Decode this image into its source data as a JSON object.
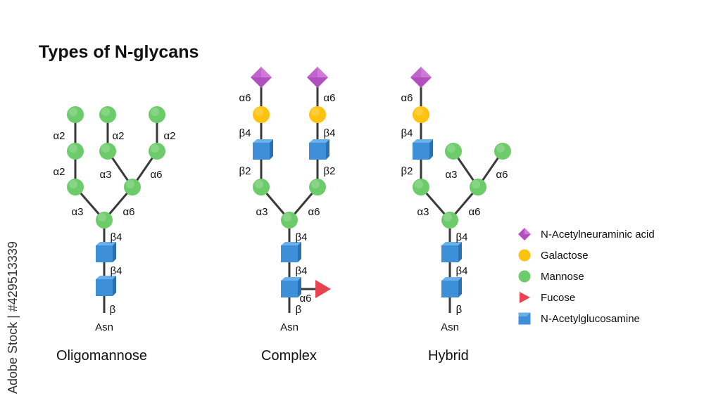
{
  "title": "Types of N-glycans",
  "stock_id": "Adobe Stock | #429513339",
  "colors": {
    "mannose": "#6dcc6a",
    "galactose": "#ffc20e",
    "glcnac": "#3d8fd8",
    "neuac": "#b24fbf",
    "fucose": "#e8434f",
    "bond": "#3a3a3a"
  },
  "legend": [
    {
      "symbol": "diamond",
      "color": "#b24fbf",
      "label": "N-Acetylneuraminic acid"
    },
    {
      "symbol": "circle",
      "color": "#ffc20e",
      "label": "Galactose"
    },
    {
      "symbol": "circle",
      "color": "#6dcc6a",
      "label": "Mannose"
    },
    {
      "symbol": "triangle",
      "color": "#e8434f",
      "label": "Fucose"
    },
    {
      "symbol": "square",
      "color": "#3d8fd8",
      "label": "N-Acetylglucosamine"
    }
  ],
  "structures": [
    {
      "name": "Oligomannose",
      "root": "Asn",
      "nodes": [
        {
          "id": "n1",
          "type": "glcnac"
        },
        {
          "id": "n2",
          "type": "glcnac"
        },
        {
          "id": "m1",
          "type": "mannose"
        },
        {
          "id": "m2",
          "type": "mannose"
        },
        {
          "id": "m3",
          "type": "mannose"
        },
        {
          "id": "m4",
          "type": "mannose"
        },
        {
          "id": "m5",
          "type": "mannose"
        },
        {
          "id": "m6",
          "type": "mannose"
        },
        {
          "id": "m7",
          "type": "mannose"
        },
        {
          "id": "m8",
          "type": "mannose"
        },
        {
          "id": "m9",
          "type": "mannose"
        }
      ],
      "bonds": [
        {
          "from": "root",
          "to": "n1",
          "label": "β"
        },
        {
          "from": "n1",
          "to": "n2",
          "label": "β4"
        },
        {
          "from": "n2",
          "to": "m1",
          "label": "β4"
        },
        {
          "from": "m1",
          "to": "m2",
          "label": "α3"
        },
        {
          "from": "m1",
          "to": "m3",
          "label": "α6"
        },
        {
          "from": "m2",
          "to": "m4",
          "label": "α2"
        },
        {
          "from": "m4",
          "to": "m7",
          "label": "α2"
        },
        {
          "from": "m3",
          "to": "m5",
          "label": "α3"
        },
        {
          "from": "m3",
          "to": "m6",
          "label": "α6"
        },
        {
          "from": "m5",
          "to": "m8",
          "label": "α2"
        },
        {
          "from": "m6",
          "to": "m9",
          "label": "α2"
        }
      ]
    },
    {
      "name": "Complex",
      "root": "Asn",
      "nodes": [
        {
          "id": "n1",
          "type": "glcnac"
        },
        {
          "id": "f1",
          "type": "fucose"
        },
        {
          "id": "n2",
          "type": "glcnac"
        },
        {
          "id": "m1",
          "type": "mannose"
        },
        {
          "id": "m2",
          "type": "mannose"
        },
        {
          "id": "m3",
          "type": "mannose"
        },
        {
          "id": "n3",
          "type": "glcnac"
        },
        {
          "id": "n4",
          "type": "glcnac"
        },
        {
          "id": "g1",
          "type": "galactose"
        },
        {
          "id": "g2",
          "type": "galactose"
        },
        {
          "id": "s1",
          "type": "neuac"
        },
        {
          "id": "s2",
          "type": "neuac"
        }
      ],
      "bonds": [
        {
          "from": "root",
          "to": "n1",
          "label": "β"
        },
        {
          "from": "n1",
          "to": "f1",
          "label": "α6"
        },
        {
          "from": "n1",
          "to": "n2",
          "label": "β4"
        },
        {
          "from": "n2",
          "to": "m1",
          "label": "β4"
        },
        {
          "from": "m1",
          "to": "m2",
          "label": "α3"
        },
        {
          "from": "m1",
          "to": "m3",
          "label": "α6"
        },
        {
          "from": "m2",
          "to": "n3",
          "label": "β2"
        },
        {
          "from": "m3",
          "to": "n4",
          "label": "β2"
        },
        {
          "from": "n3",
          "to": "g1",
          "label": "β4"
        },
        {
          "from": "n4",
          "to": "g2",
          "label": "β4"
        },
        {
          "from": "g1",
          "to": "s1",
          "label": "α6"
        },
        {
          "from": "g2",
          "to": "s2",
          "label": "α6"
        }
      ]
    },
    {
      "name": "Hybrid",
      "root": "Asn",
      "nodes": [
        {
          "id": "n1",
          "type": "glcnac"
        },
        {
          "id": "n2",
          "type": "glcnac"
        },
        {
          "id": "m1",
          "type": "mannose"
        },
        {
          "id": "m2",
          "type": "mannose"
        },
        {
          "id": "m3",
          "type": "mannose"
        },
        {
          "id": "m4",
          "type": "mannose"
        },
        {
          "id": "m5",
          "type": "mannose"
        },
        {
          "id": "n3",
          "type": "glcnac"
        },
        {
          "id": "g1",
          "type": "galactose"
        },
        {
          "id": "s1",
          "type": "neuac"
        }
      ],
      "bonds": [
        {
          "from": "root",
          "to": "n1",
          "label": "β"
        },
        {
          "from": "n1",
          "to": "n2",
          "label": "β4"
        },
        {
          "from": "n2",
          "to": "m1",
          "label": "β4"
        },
        {
          "from": "m1",
          "to": "m2",
          "label": "α3"
        },
        {
          "from": "m1",
          "to": "m3",
          "label": "α6"
        },
        {
          "from": "m2",
          "to": "n3",
          "label": "β2"
        },
        {
          "from": "n3",
          "to": "g1",
          "label": "β4"
        },
        {
          "from": "g1",
          "to": "s1",
          "label": "α6"
        },
        {
          "from": "m3",
          "to": "m4",
          "label": "α3"
        },
        {
          "from": "m3",
          "to": "m5",
          "label": "α6"
        }
      ]
    }
  ]
}
